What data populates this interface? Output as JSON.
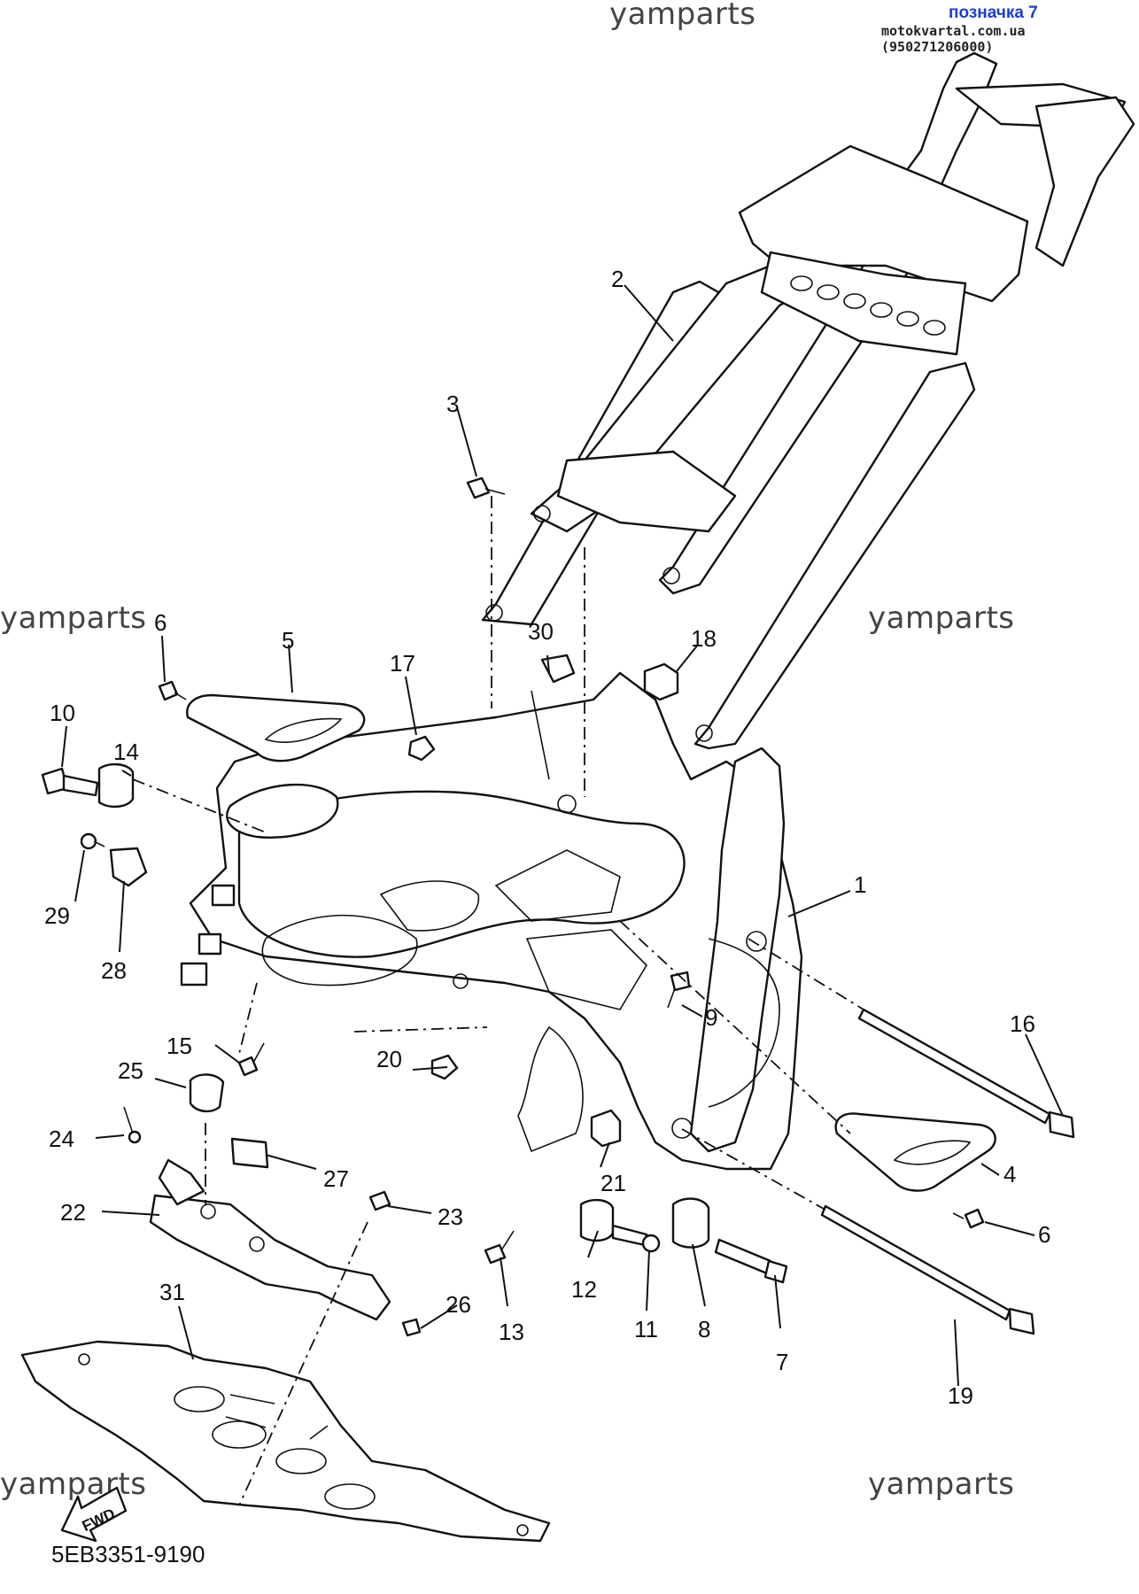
{
  "header": {
    "label": "позначка 7",
    "site": "motokvartal.com.ua (950271206000)"
  },
  "watermarks": [
    "yamparts",
    "yamparts",
    "yamparts",
    "yamparts",
    "yamparts",
    "yamparts"
  ],
  "part_code": "5EB3351-9190",
  "fwd_label": "FWD",
  "callouts": [
    "1",
    "2",
    "3",
    "4",
    "5",
    "6",
    "6",
    "7",
    "8",
    "9",
    "10",
    "11",
    "12",
    "13",
    "14",
    "15",
    "16",
    "17",
    "18",
    "19",
    "20",
    "21",
    "22",
    "23",
    "24",
    "25",
    "26",
    "27",
    "28",
    "29",
    "30",
    "31"
  ]
}
